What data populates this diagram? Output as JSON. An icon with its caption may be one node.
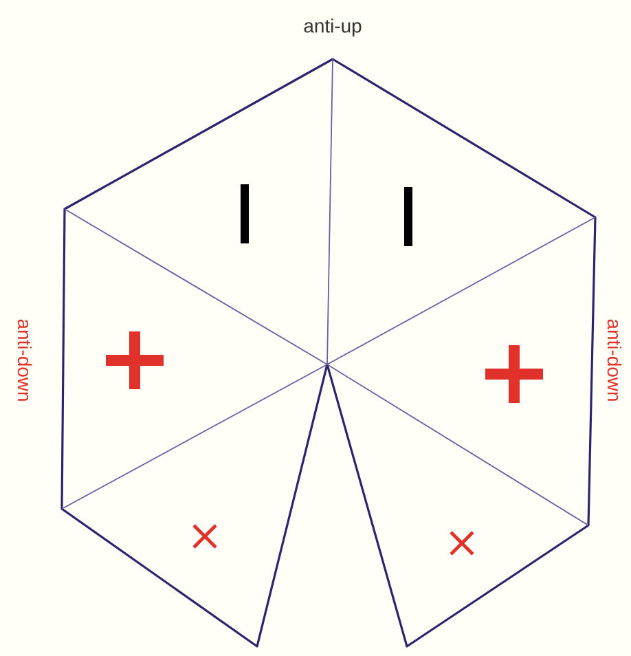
{
  "diagram": {
    "labels": [
      "anti-up",
      "anti-down",
      "anti-down"
    ]
  }
}
